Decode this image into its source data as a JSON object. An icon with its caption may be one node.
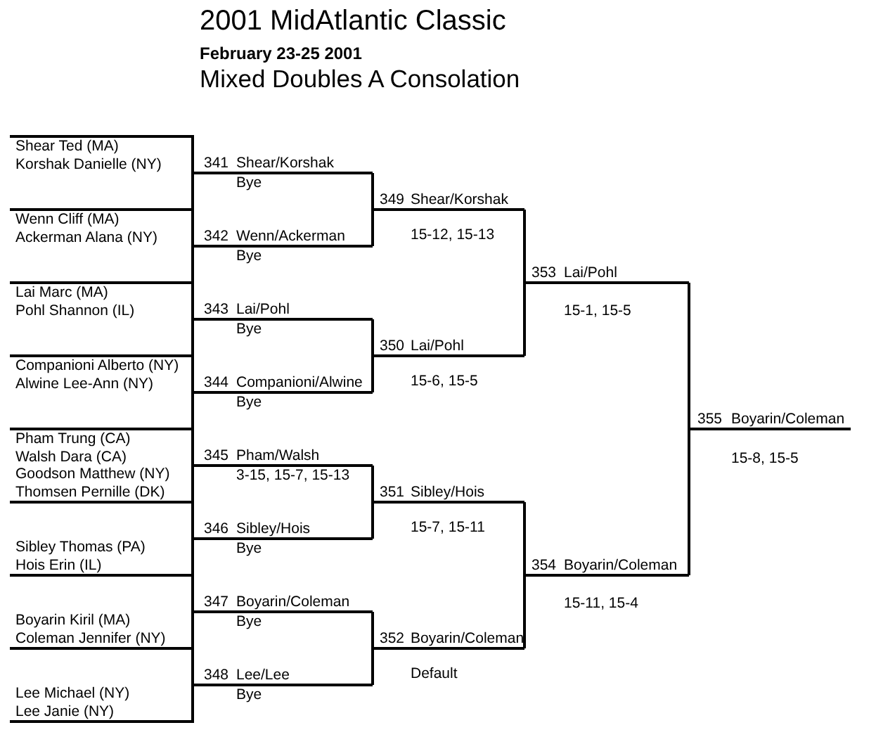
{
  "diagram": {
    "title": "2001 MidAtlantic Classic",
    "nodes": [
      {
        "text": [
          "Shear Ted (MA)",
          "Korshak Danielle (NY)"
        ]
      },
      {
        "text": [
          "Wenn Cliff (MA)",
          "Ackerman Alana (NY)"
        ]
      },
      {
        "text": [
          "Lai Marc (MA)",
          "Pohl Shannon (IL)"
        ]
      },
      {
        "text": [
          "Companioni Alberto (NY)",
          "Alwine Lee-Ann (NY)"
        ]
      },
      {
        "text": [
          "Pham Trung (CA)",
          "Walsh Dara (CA)"
        ]
      },
      {
        "text": [
          "Goodson Matthew (NY)",
          "Thomsen Pernille (DK)"
        ]
      },
      {
        "text": [
          "Sibley Thomas (PA)",
          "Hois Erin (IL)"
        ]
      },
      {
        "text": [
          "Boyarin Kiril (MA)",
          "Coleman Jennifer (NY)"
        ]
      },
      {
        "text": [
          "Lee Michael (NY)",
          "Lee Janie (NY)"
        ]
      },
      {
        "text": [
          "341",
          "Shear/Korshak"
        ],
        "beside": [
          "Bye"
        ]
      },
      {
        "text": [
          "342",
          "Wenn/Ackerman"
        ],
        "beside": [
          "Bye"
        ]
      },
      {
        "text": [
          "343",
          "Lai/Pohl"
        ],
        "beside": [
          "Bye"
        ]
      },
      {
        "text": [
          "344",
          "Companioni/Alwine"
        ],
        "beside": [
          "Bye"
        ]
      },
      {
        "text": [
          "345",
          "Pham/Walsh"
        ],
        "beside": [
          "3-15, 15-7, 15-13"
        ]
      },
      {
        "text": [
          "346",
          "Sibley/Hois"
        ],
        "beside": [
          "Bye"
        ]
      },
      {
        "text": [
          "347",
          "Boyarin/Coleman"
        ],
        "beside": [
          "Bye"
        ]
      },
      {
        "text": [
          "348",
          "Lee/Lee"
        ],
        "beside": [
          "Bye"
        ]
      },
      {
        "text": [
          "349",
          "Shear/Korshak"
        ],
        "beside": [
          "15-12, 15-13"
        ]
      },
      {
        "text": [
          "350",
          "Lai/Pohl"
        ],
        "beside": [
          "15-6, 15-5"
        ]
      },
      {
        "text": [
          "351",
          "Sibley/Hois"
        ],
        "beside": [
          "15-7, 15-11"
        ]
      },
      {
        "text": [
          "352",
          "Boyarin/Coleman"
        ],
        "beside": [
          "Default"
        ]
      },
      {
        "text": [
          "353",
          "Lai/Pohl"
        ],
        "beside": [
          "15-1, 15-5"
        ]
      },
      {
        "text": [
          "354",
          "Boyarin/Coleman"
        ],
        "beside": [
          "15-11, 15-4"
        ]
      },
      {
        "text": [
          "355",
          "Boyarin/Coleman"
        ],
        "beside": [
          "15-8, 15-5"
        ]
      }
    ],
    "edges": [
      {
        "from": 0,
        "to": 9,
        "arrow": "none"
      },
      {
        "from": 1,
        "to": 10,
        "arrow": "none"
      },
      {
        "from": 2,
        "to": 11,
        "arrow": "none"
      },
      {
        "from": 3,
        "to": 12,
        "arrow": "none"
      },
      {
        "from": 4,
        "to": 13,
        "arrow": "none"
      },
      {
        "from": 5,
        "to": 13,
        "arrow": "none"
      },
      {
        "from": 6,
        "to": 14,
        "arrow": "none"
      },
      {
        "from": 7,
        "to": 15,
        "arrow": "none"
      },
      {
        "from": 8,
        "to": 16,
        "arrow": "none"
      },
      {
        "from": 9,
        "to": 17,
        "arrow": "none"
      },
      {
        "from": 10,
        "to": 17,
        "arrow": "none"
      },
      {
        "from": 11,
        "to": 18,
        "arrow": "none"
      },
      {
        "from": 12,
        "to": 18,
        "arrow": "none"
      },
      {
        "from": 13,
        "to": 19,
        "arrow": "none"
      },
      {
        "from": 14,
        "to": 19,
        "arrow": "none"
      },
      {
        "from": 15,
        "to": 20,
        "arrow": "none"
      },
      {
        "from": 16,
        "to": 20,
        "arrow": "none"
      },
      {
        "from": 17,
        "to": 21,
        "arrow": "none"
      },
      {
        "from": 18,
        "to": 21,
        "arrow": "none"
      },
      {
        "from": 19,
        "to": 22,
        "arrow": "none"
      },
      {
        "from": 20,
        "to": 22,
        "arrow": "none"
      },
      {
        "from": 21,
        "to": 23,
        "arrow": "none"
      },
      {
        "from": 22,
        "to": 23,
        "arrow": "none"
      }
    ],
    "labels": [
      "February 23-25 2001",
      "Mixed Doubles A Consolation"
    ]
  }
}
